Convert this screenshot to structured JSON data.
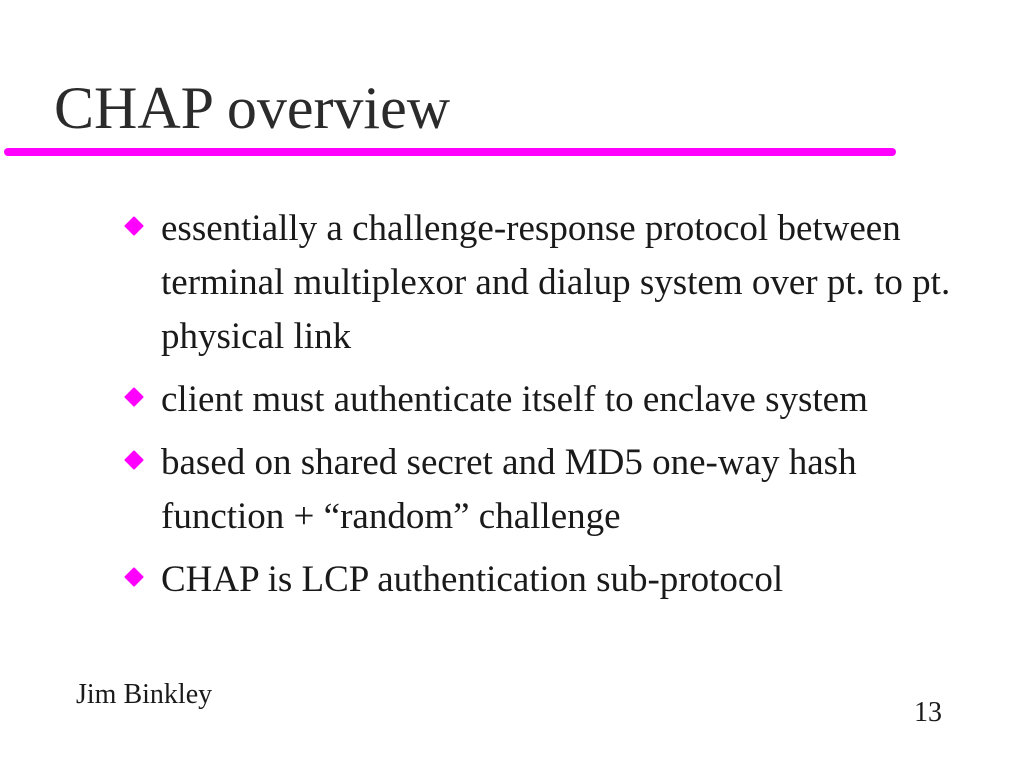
{
  "slide": {
    "title": "CHAP overview",
    "accent_color": "#ff00ff",
    "bullets": [
      {
        "text": "essentially a challenge-response protocol between terminal multiplexor and dialup system over pt. to pt. physical link"
      },
      {
        "text": "client must authenticate itself to enclave system"
      },
      {
        "text": "based on shared secret and MD5 one-way hash function + “random” challenge"
      },
      {
        "text": "CHAP is LCP authentication sub-protocol"
      }
    ],
    "footer": {
      "author": "Jim Binkley",
      "page_number": "13"
    }
  }
}
